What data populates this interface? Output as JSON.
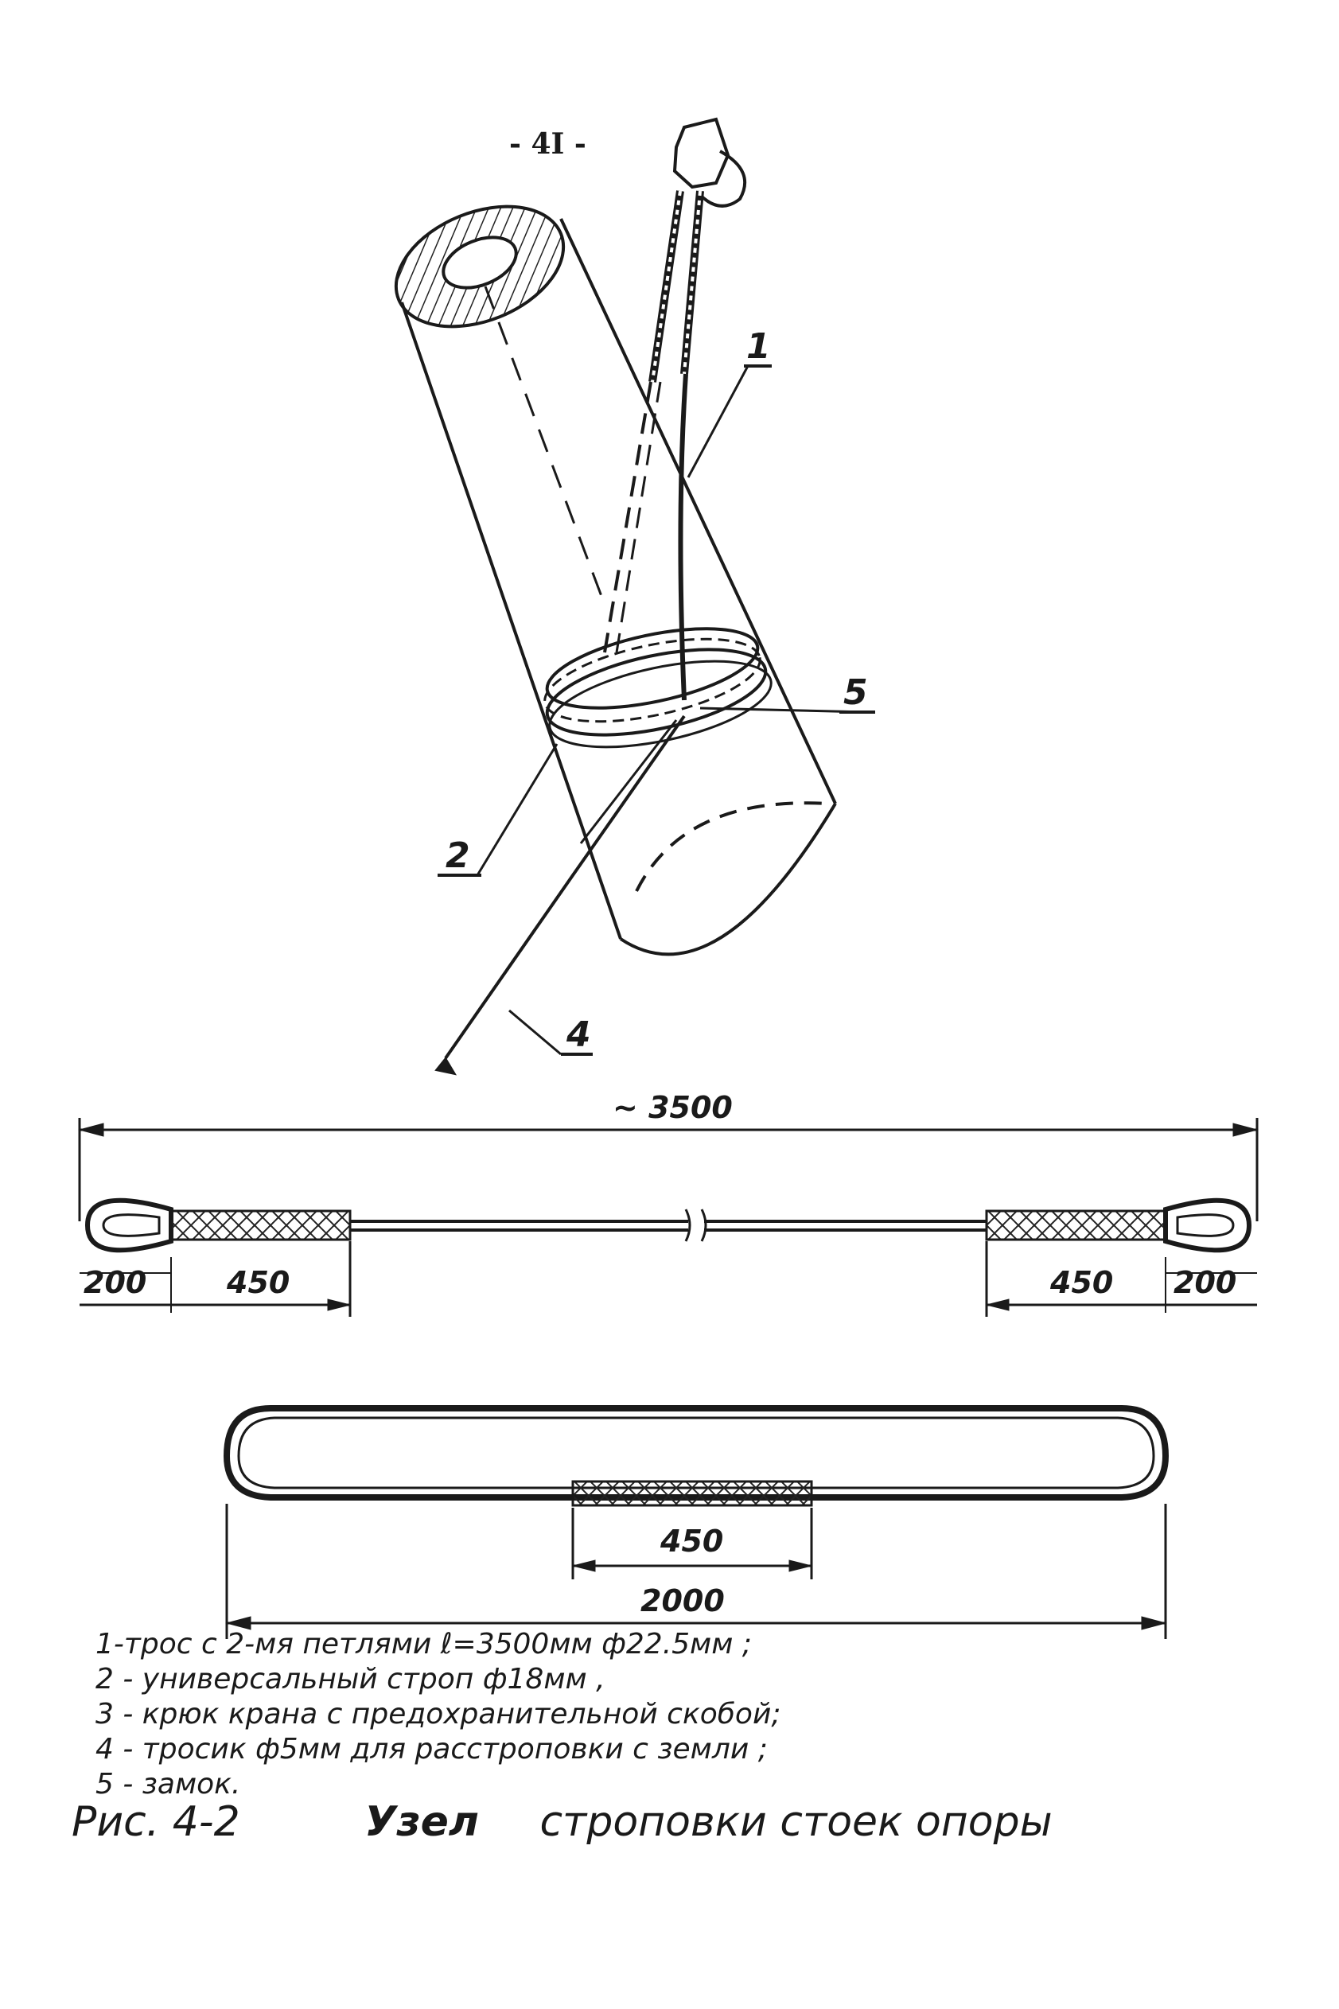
{
  "page_number": "- 4I -",
  "callouts": {
    "c1": "1",
    "c2": "2",
    "c4": "4",
    "c5": "5"
  },
  "rope_drawing": {
    "total_length": "~ 3500",
    "left_eye": "200",
    "left_splice": "450",
    "right_splice": "450",
    "right_eye": "200"
  },
  "sling_drawing": {
    "splice": "450",
    "length": "2000"
  },
  "legend": [
    "1-трос с 2-мя петлями  ℓ=3500мм  ф22.5мм ;",
    "2 - универсальный  строп ф18мм ,",
    "3 - крюк крана с предохранительной скобой;",
    "4 - тросик ф5мм для расстроповки с земли ;",
    "5 - замок."
  ],
  "caption": {
    "figure_number": "Рис. 4-2",
    "title_word_1": "Узел",
    "title_word_2": "строповки стоек опоры"
  }
}
